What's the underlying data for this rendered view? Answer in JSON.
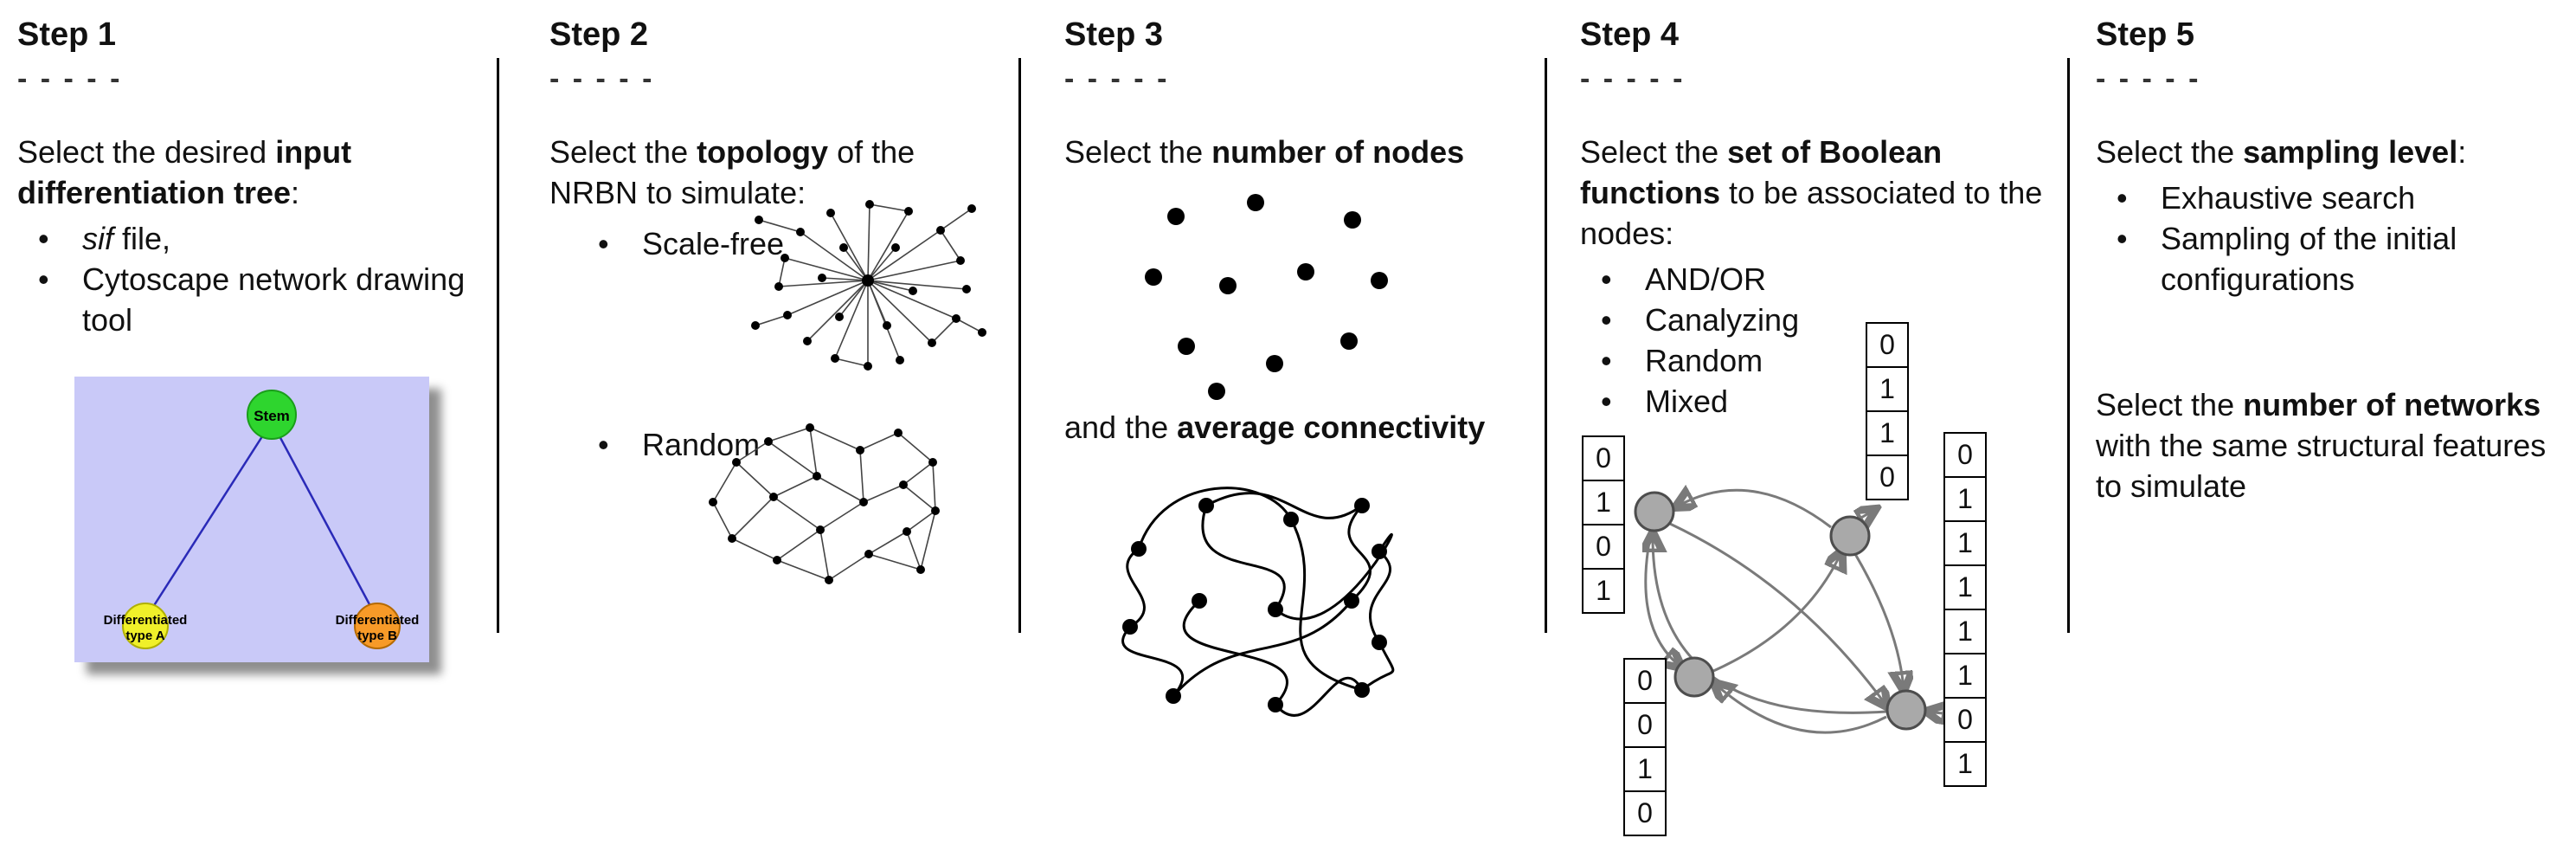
{
  "steps": {
    "step1": {
      "title": "Step 1",
      "dashes": "- - - - -",
      "intro_pre": "Select the desired ",
      "intro_bold": "input differentiation tree",
      "intro_post": ":",
      "bullet1_italic": "sif",
      "bullet1_rest": " file,",
      "bullet2": "Cytoscape network drawing tool",
      "tree": {
        "stem_label": "Stem",
        "type_a_line1": "Differentiated",
        "type_a_line2": "type A",
        "type_b_line1": "Differentiated",
        "type_b_line2": "type B",
        "background": "#c9c9f8",
        "edge_color": "#2a2ab8",
        "stem_color": "#2ed52e",
        "type_a_color": "#f0f02a",
        "type_b_color": "#f79a28"
      }
    },
    "step2": {
      "title": "Step 2",
      "dashes": "- - - - -",
      "intro_pre": "Select the ",
      "intro_bold": "topology",
      "intro_post": " of the NRBN to simulate:",
      "bullets": [
        "Scale-free",
        "Random"
      ]
    },
    "step3": {
      "title": "Step 3",
      "dashes": "- - - - -",
      "line1_pre": "Select the ",
      "line1_bold": "number of nodes",
      "line2_pre": "and the ",
      "line2_bold": "average connectivity"
    },
    "step4": {
      "title": "Step 4",
      "dashes": "- - - - -",
      "intro_pre": "Select the ",
      "intro_bold": "set of Boolean functions",
      "intro_post": " to be associated to the nodes:",
      "bullets": [
        "AND/OR",
        "Canalyzing",
        "Random",
        "Mixed"
      ],
      "tables": {
        "top": [
          "0",
          "1",
          "1",
          "0"
        ],
        "left": [
          "0",
          "1",
          "0",
          "1"
        ],
        "right": [
          "0",
          "1",
          "1",
          "1",
          "1",
          "1",
          "0",
          "1"
        ],
        "bottom": [
          "0",
          "0",
          "1",
          "0"
        ]
      }
    },
    "step5": {
      "title": "Step 5",
      "dashes": "- - - - -",
      "intro_pre": "Select the ",
      "intro_bold": "sampling level",
      "intro_post": ":",
      "bullets": [
        "Exhaustive search",
        "Sampling of the initial configurations"
      ],
      "para2_pre": "Select the ",
      "para2_bold": "number of networks",
      "para2_post": " with the same structural features to simulate"
    }
  }
}
